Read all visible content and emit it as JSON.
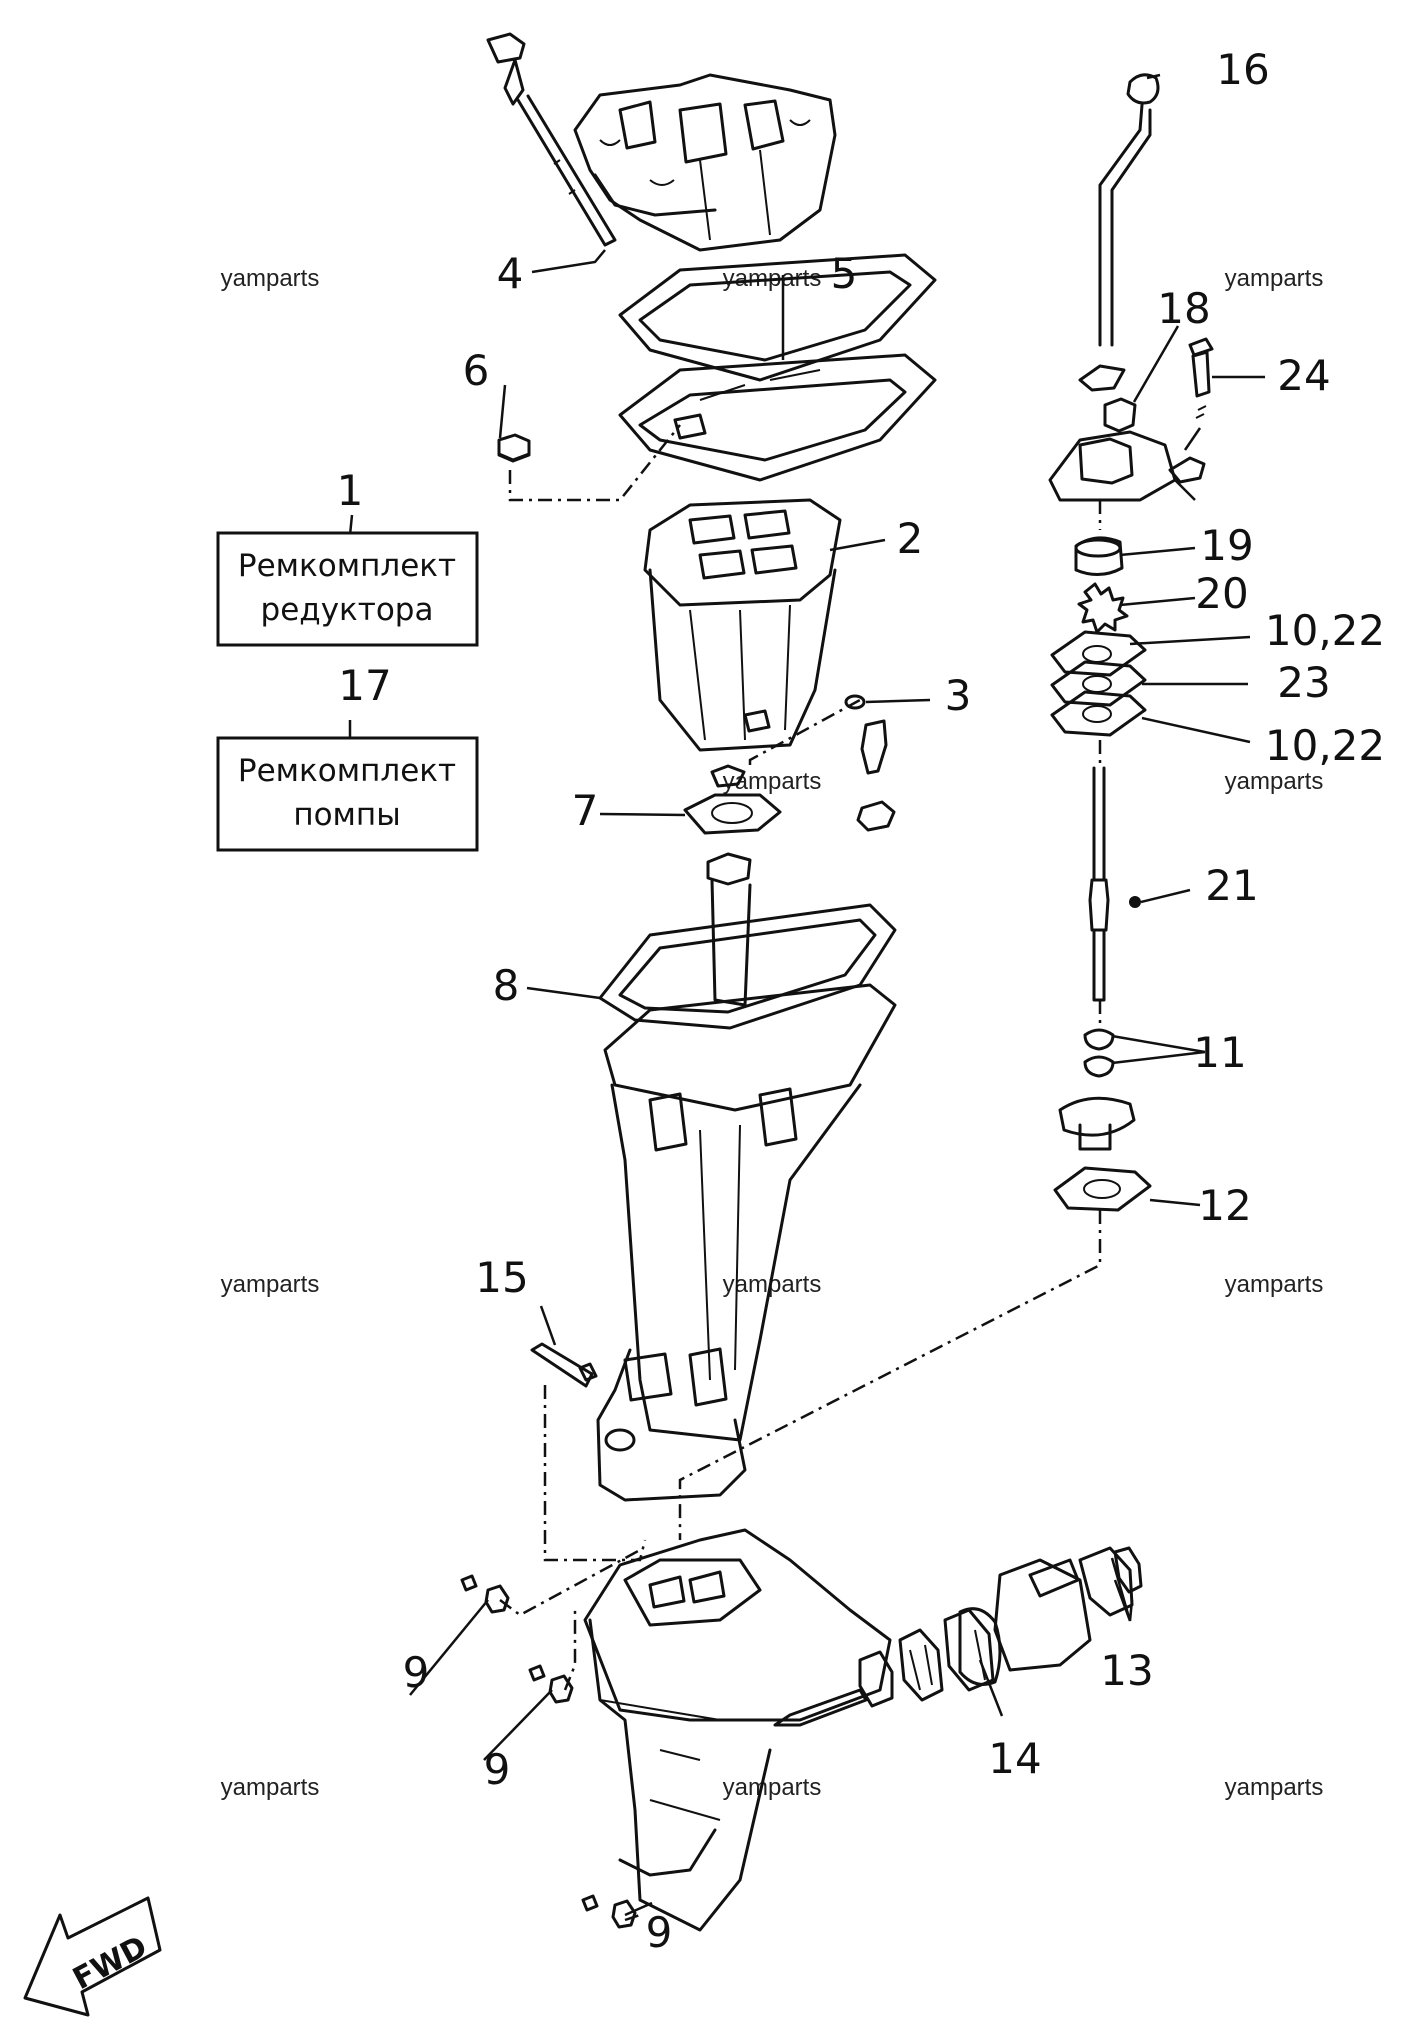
{
  "callouts": {
    "c1": "1",
    "c2": "2",
    "c3": "3",
    "c4": "4",
    "c5": "5",
    "c6": "6",
    "c7": "7",
    "c8": "8",
    "c9a": "9",
    "c9b": "9",
    "c9c": "9",
    "c10a": "10,22",
    "c10b": "10,22",
    "c11": "11",
    "c12": "12",
    "c13": "13",
    "c14": "14",
    "c15": "15",
    "c16": "16",
    "c17": "17",
    "c18": "18",
    "c19": "19",
    "c20": "20",
    "c21": "21",
    "c23": "23",
    "c24": "24"
  },
  "kits": {
    "gearbox_kit": {
      "line1": "Ремкомплект",
      "line2": "редуктора"
    },
    "pump_kit": {
      "line1": "Ремкомплект",
      "line2": "помпы"
    }
  },
  "watermark": "yamparts",
  "fwd_label": "FWD"
}
